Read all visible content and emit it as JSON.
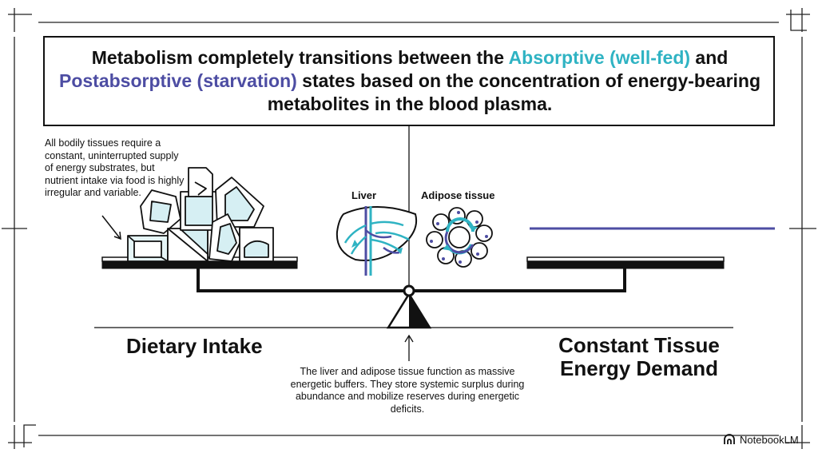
{
  "title": {
    "part1": "Metabolism completely transitions between the ",
    "absorptive": "Absorptive (well-fed)",
    "part2": " and ",
    "postabsorptive": "Postabsorptive (starvation)",
    "part3": " states based on the concentration of energy-bearing metabolites in the blood plasma."
  },
  "colors": {
    "teal": "#2fb3c3",
    "purple": "#4d4da3",
    "ink": "#111111"
  },
  "left_note": "All bodily tissues require a constant, uninterrupted supply of energy substrates, but nutrient intake via food is highly irregular and variable.",
  "labels": {
    "liver": "Liver",
    "adipose": "Adipose tissue",
    "intake": "Dietary Intake",
    "demand": "Constant Tissue Energy Demand"
  },
  "bottom_note": "The liver and adipose tissue function as massive energetic buffers. They store systemic surplus during abundance and mobilize reserves during energetic deficits.",
  "brand": "NotebookLM"
}
